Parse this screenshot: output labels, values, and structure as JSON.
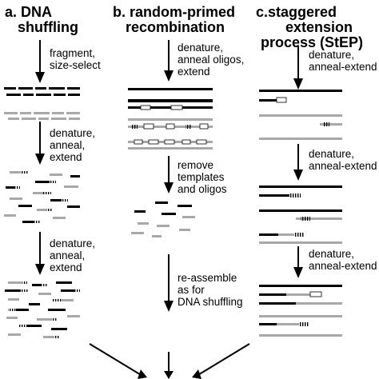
{
  "columns": [
    {
      "id": "a",
      "title_line1": "a. DNA",
      "title_line2": "shuffling",
      "steps": [
        [
          "fragment,",
          "size-select"
        ],
        [
          "denature,",
          "anneal,",
          "extend"
        ],
        [
          "denature,",
          "anneal,",
          "extend"
        ]
      ]
    },
    {
      "id": "b",
      "title_line1": "b. random-primed",
      "title_line2": "recombination",
      "steps": [
        [
          "denature,",
          "anneal oligos,",
          "extend"
        ],
        [
          "remove",
          "templates",
          "and oligos"
        ],
        [
          "re-assemble",
          "as for",
          "DNA shuffling"
        ]
      ]
    },
    {
      "id": "c",
      "title_line1": "c.staggered",
      "title_line2": "extension",
      "title_line3": "process (StEP)",
      "steps": [
        [
          "denature,",
          "anneal-extend"
        ],
        [
          "denature,",
          "anneal-extend"
        ],
        [
          "denature,",
          "anneal-extend"
        ]
      ]
    }
  ],
  "colors": {
    "ink": "#000000",
    "gray_strand": "#a8a8a8",
    "background": "#ffffff"
  }
}
